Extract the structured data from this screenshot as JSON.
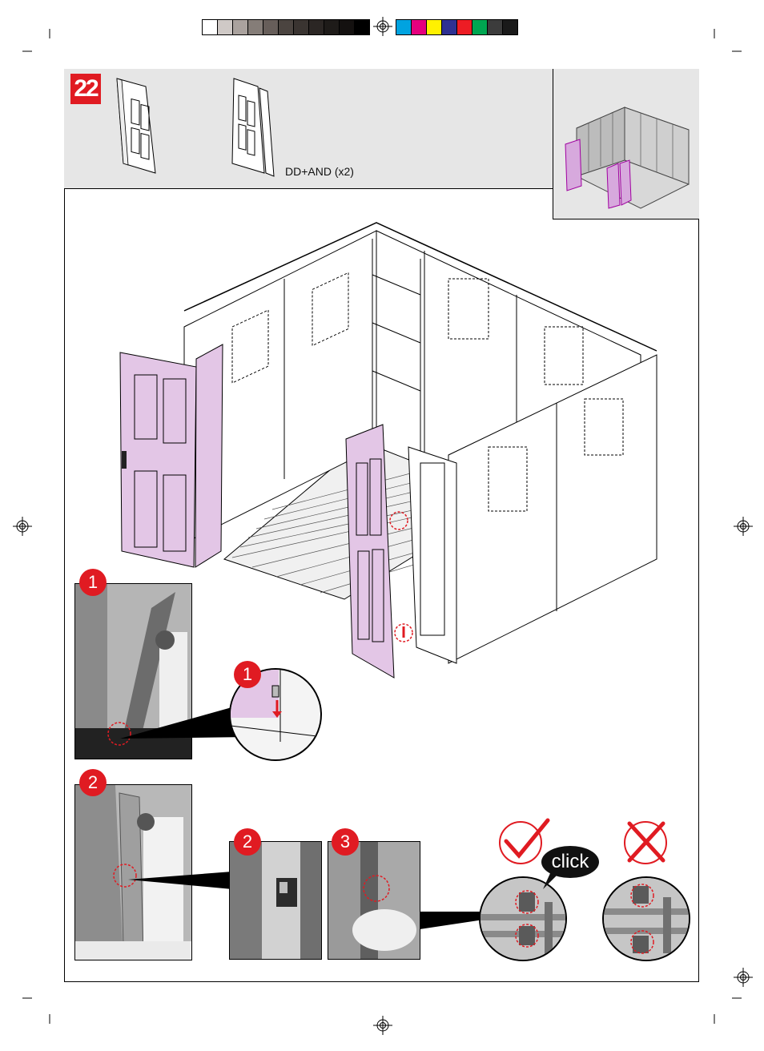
{
  "step": {
    "number": "22"
  },
  "header": {
    "part_code": "DD+AND (x2)"
  },
  "substeps": {
    "photo1": "1",
    "zoom1": "1",
    "photo2": "2",
    "detail2": "2",
    "detail3": "3"
  },
  "click_label": "click",
  "colors": {
    "accent": "#e01b22",
    "door_fill": "#e3c6e6",
    "panel_bg": "#e6e6e6",
    "colorbar_gray": [
      "#ffffff",
      "#cfc9c6",
      "#aaa29e",
      "#857d78",
      "#675e5a",
      "#4b4440",
      "#3a3431",
      "#2b2624",
      "#1e1b19",
      "#141110",
      "#000000"
    ],
    "colorbar_color": [
      "#00a3e0",
      "#e5007e",
      "#fff100",
      "#2e3192",
      "#ed1c24",
      "#00a651",
      "#3c3c3c",
      "#1a1a1a"
    ]
  }
}
